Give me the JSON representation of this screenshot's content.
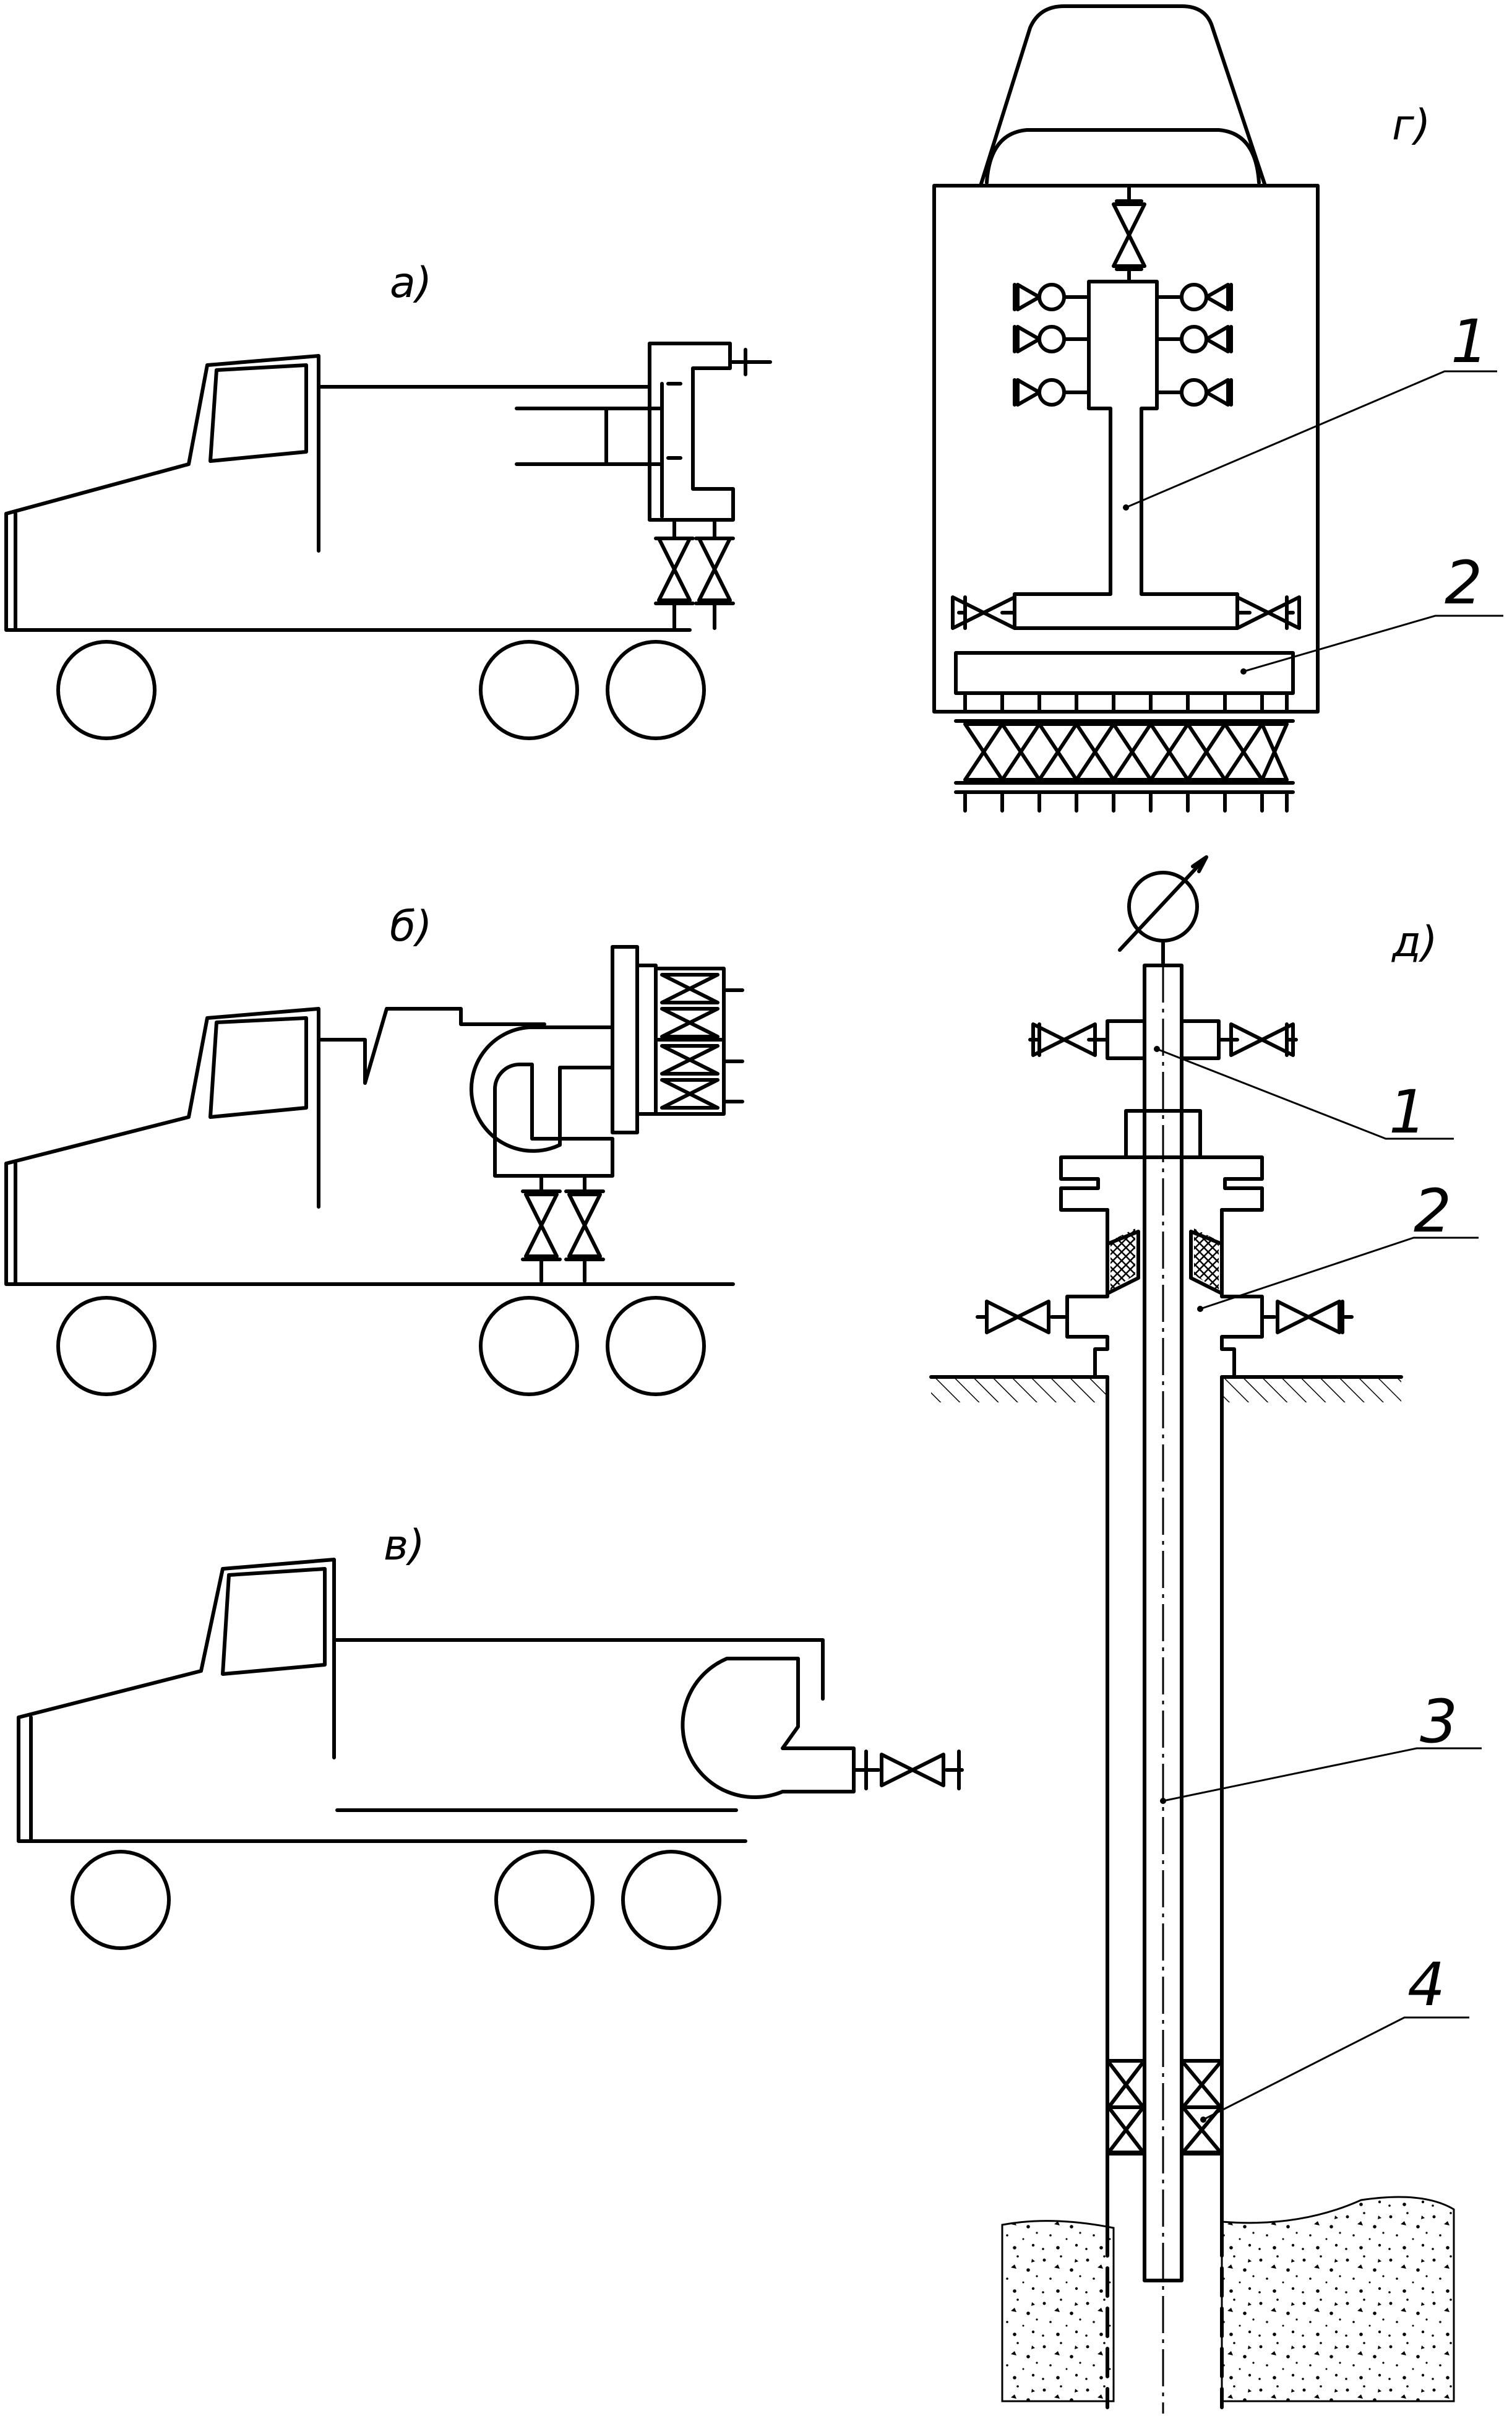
{
  "panels": {
    "a": {
      "label": "а)"
    },
    "b": {
      "label": "б)"
    },
    "v": {
      "label": "в)"
    },
    "g": {
      "label": "г)",
      "callouts": [
        "1",
        "2"
      ]
    },
    "d": {
      "label": "д)",
      "callouts": [
        "1",
        "2",
        "3",
        "4"
      ]
    }
  }
}
